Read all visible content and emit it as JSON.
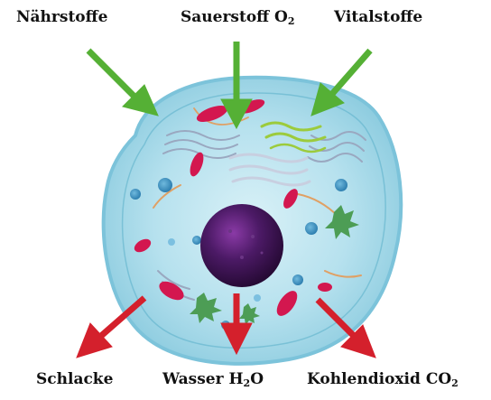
{
  "inputs": [
    {
      "text": "Nährstoffe",
      "sub": ""
    },
    {
      "text": "Sauerstoff O",
      "sub": "2"
    },
    {
      "text": "Vitalstoffe",
      "sub": ""
    }
  ],
  "outputs": [
    {
      "text": "Schlacke",
      "sub": "",
      "suffix": ""
    },
    {
      "text": "Wasser H",
      "sub": "2",
      "suffix": "O"
    },
    {
      "text": "Kohlendioxid CO",
      "sub": "2",
      "suffix": ""
    }
  ],
  "colors": {
    "input_arrow": "#55b035",
    "output_arrow": "#d4202c",
    "cell_body": "#a9dbe9",
    "cell_border": "#7cc3da",
    "nucleus": "#3d1452",
    "mitochondria": "#d3174f"
  }
}
